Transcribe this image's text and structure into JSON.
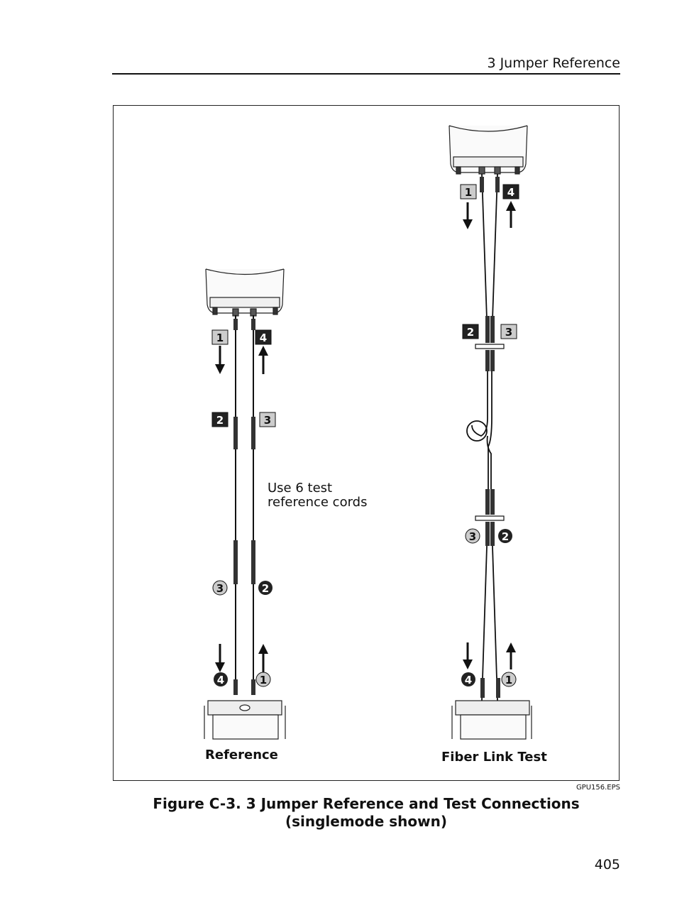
{
  "header": {
    "section_title": "3 Jumper Reference"
  },
  "figure": {
    "note_line1": "Use 6 test",
    "note_line2": "reference cords",
    "label_reference": "Reference",
    "label_fiber_link": "Fiber Link Test",
    "file_id": "GPU156.EPS",
    "caption_line1": "Figure C-3. 3 Jumper Reference and Test Connections",
    "caption_line2": "(singlemode shown)",
    "markers": {
      "ref_top_1": "1",
      "ref_top_4": "4",
      "ref_mid_2": "2",
      "ref_mid_3": "3",
      "ref_low_3": "3",
      "ref_low_2": "2",
      "ref_bot_4": "4",
      "ref_bot_1": "1",
      "link_top_1": "1",
      "link_top_4": "4",
      "link_mid_2": "2",
      "link_mid_3": "3",
      "link_low_3": "3",
      "link_low_2": "2",
      "link_bot_4": "4",
      "link_bot_1": "1"
    }
  },
  "footer": {
    "page_number": "405"
  }
}
